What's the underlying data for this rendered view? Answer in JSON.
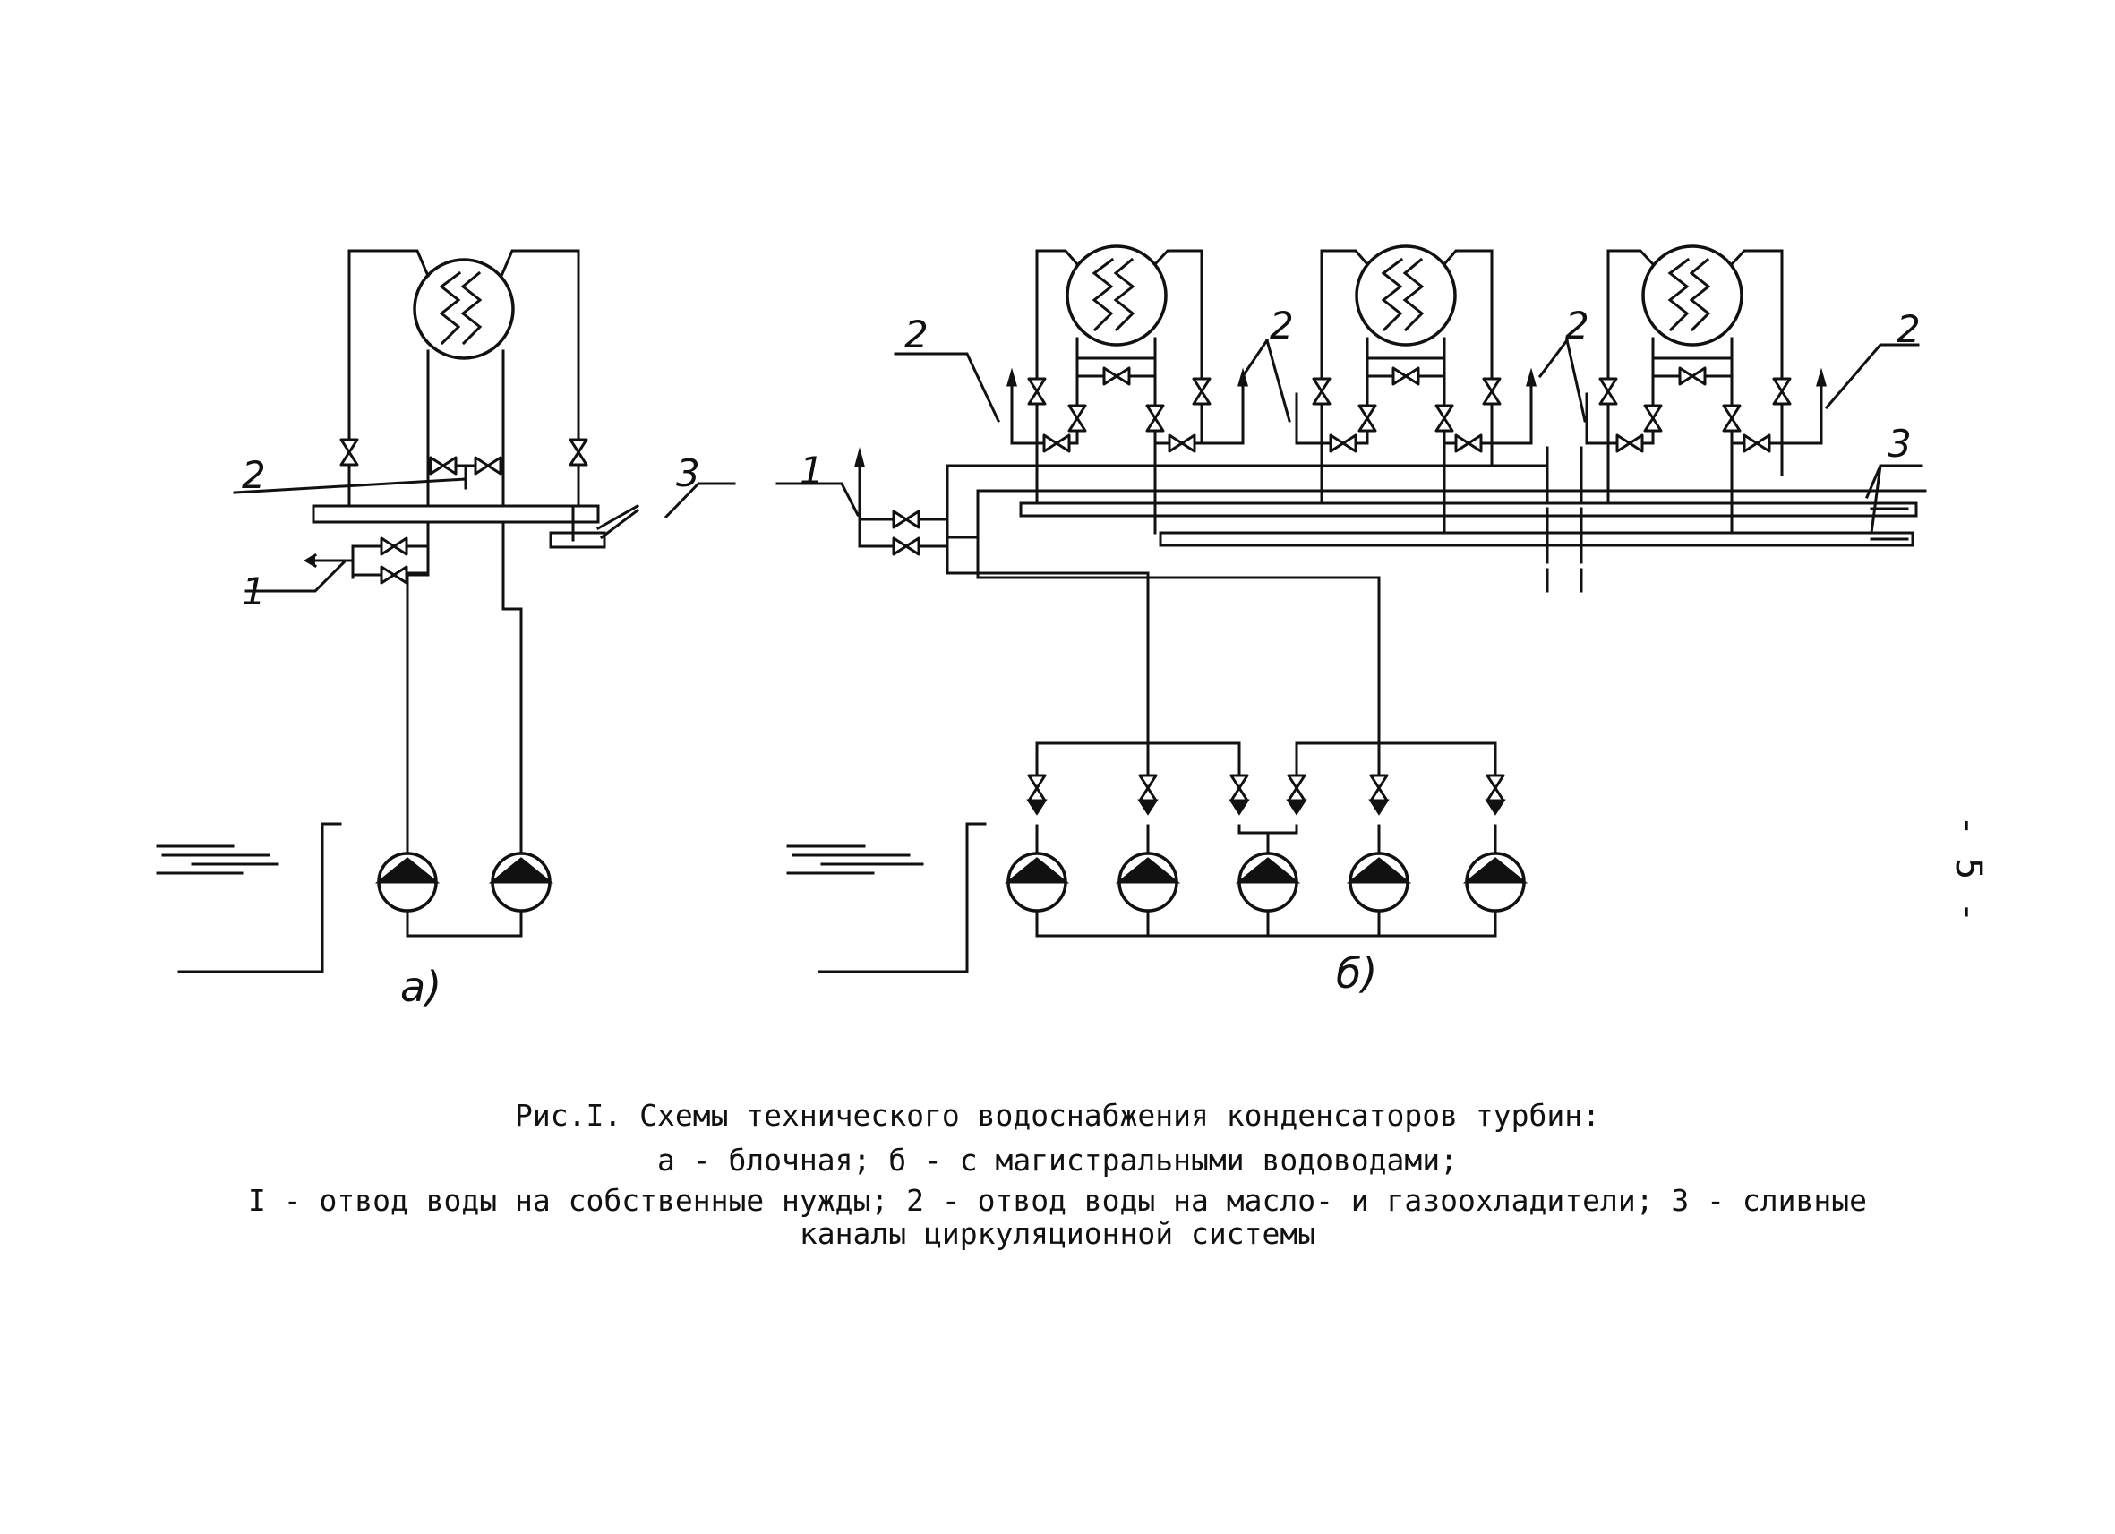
{
  "diagram": {
    "sub_a": "a)",
    "sub_b": "б)",
    "page_number": "- 5 -",
    "labels_a": {
      "one": "1",
      "two": "2",
      "three": "3"
    },
    "labels_b": {
      "one": "1",
      "two_1": "2",
      "two_2": "2",
      "two_3": "2",
      "two_4": "2",
      "three": "3"
    }
  },
  "caption": {
    "line1": "Рис.I. Схемы технического водоснабжения конденсаторов турбин:",
    "line2": "а - блочная; б - с магистральными водоводами;",
    "line3": "I - отвод воды на собственные нужды; 2 - отвод воды на масло- и газоохладители; 3 - сливные",
    "line4": "каналы циркуляционной системы"
  }
}
